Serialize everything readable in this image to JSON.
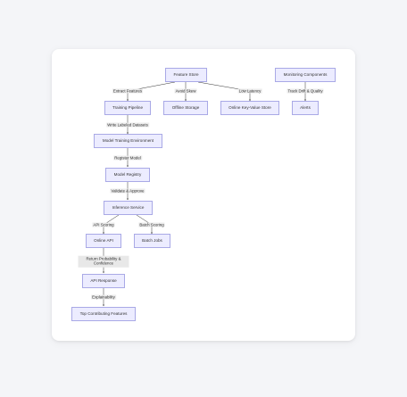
{
  "nodes": {
    "feature_store": "Feature Store",
    "monitoring": "Monitoring Components",
    "training_pipeline": "Training Pipeline",
    "offline_storage": "Offline Storage",
    "online_kv_store": "Online Key-Value Store",
    "alerts": "Alerts",
    "model_training_env": "Model Training Environment",
    "model_registry": "Model Registry",
    "inference_service": "Inference Service",
    "online_api": "Online API",
    "batch_jobs": "Batch Jobs",
    "api_response": "API Response",
    "top_features": "Top Contributing Features"
  },
  "edge_labels": {
    "extract_features": "Extract Features",
    "avoid_skew": "Avoid Skew",
    "low_latency": "Low Latency",
    "track_drift": "Track Drift & Quality",
    "write_labeled": "Write Labeled Datasets",
    "register_model": "Register Model",
    "validate_approve": "Validate & Approve",
    "api_scoring": "API Scoring",
    "batch_scoring": "Batch Scoring",
    "return_prob": "Return Probability & Confidence",
    "explainability": "Explainability"
  }
}
